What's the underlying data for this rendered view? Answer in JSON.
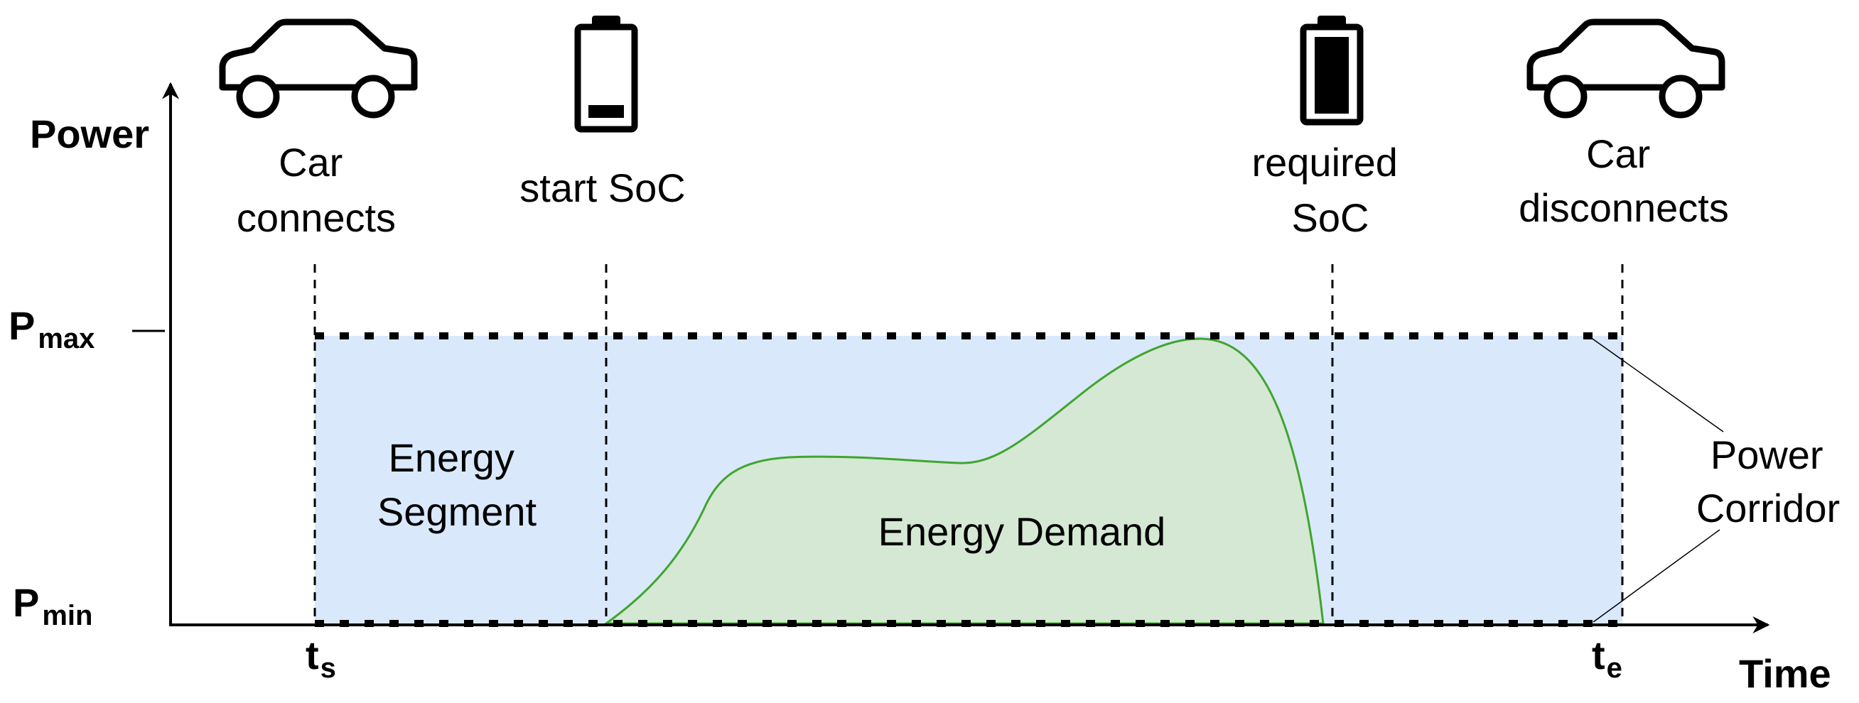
{
  "axes": {
    "y_label": "Power",
    "x_label": "Time",
    "pmax": {
      "main": "P",
      "sub": "max"
    },
    "pmin": {
      "main": "P",
      "sub": "min"
    },
    "ts": {
      "main": "t",
      "sub": "s"
    },
    "te": {
      "main": "t",
      "sub": "e"
    }
  },
  "events": {
    "car_connects": {
      "line1": "Car",
      "line2": "connects",
      "icon": "car-icon"
    },
    "start_soc": {
      "line1": "start SoC",
      "icon": "battery-low-icon"
    },
    "required_soc": {
      "line1": "required",
      "line2": "SoC",
      "icon": "battery-full-icon"
    },
    "car_disconnects": {
      "line1": "Car",
      "line2": "disconnects",
      "icon": "car-icon"
    }
  },
  "regions": {
    "energy_segment": {
      "line1": "Energy",
      "line2": "Segment"
    },
    "energy_demand": {
      "line1": "Energy Demand"
    },
    "power_corridor": {
      "line1": "Power",
      "line2": "Corridor"
    }
  },
  "colors": {
    "corridor_fill": "#dae8fc",
    "demand_fill": "#d5e8d4",
    "demand_stroke": "#40a52e"
  }
}
